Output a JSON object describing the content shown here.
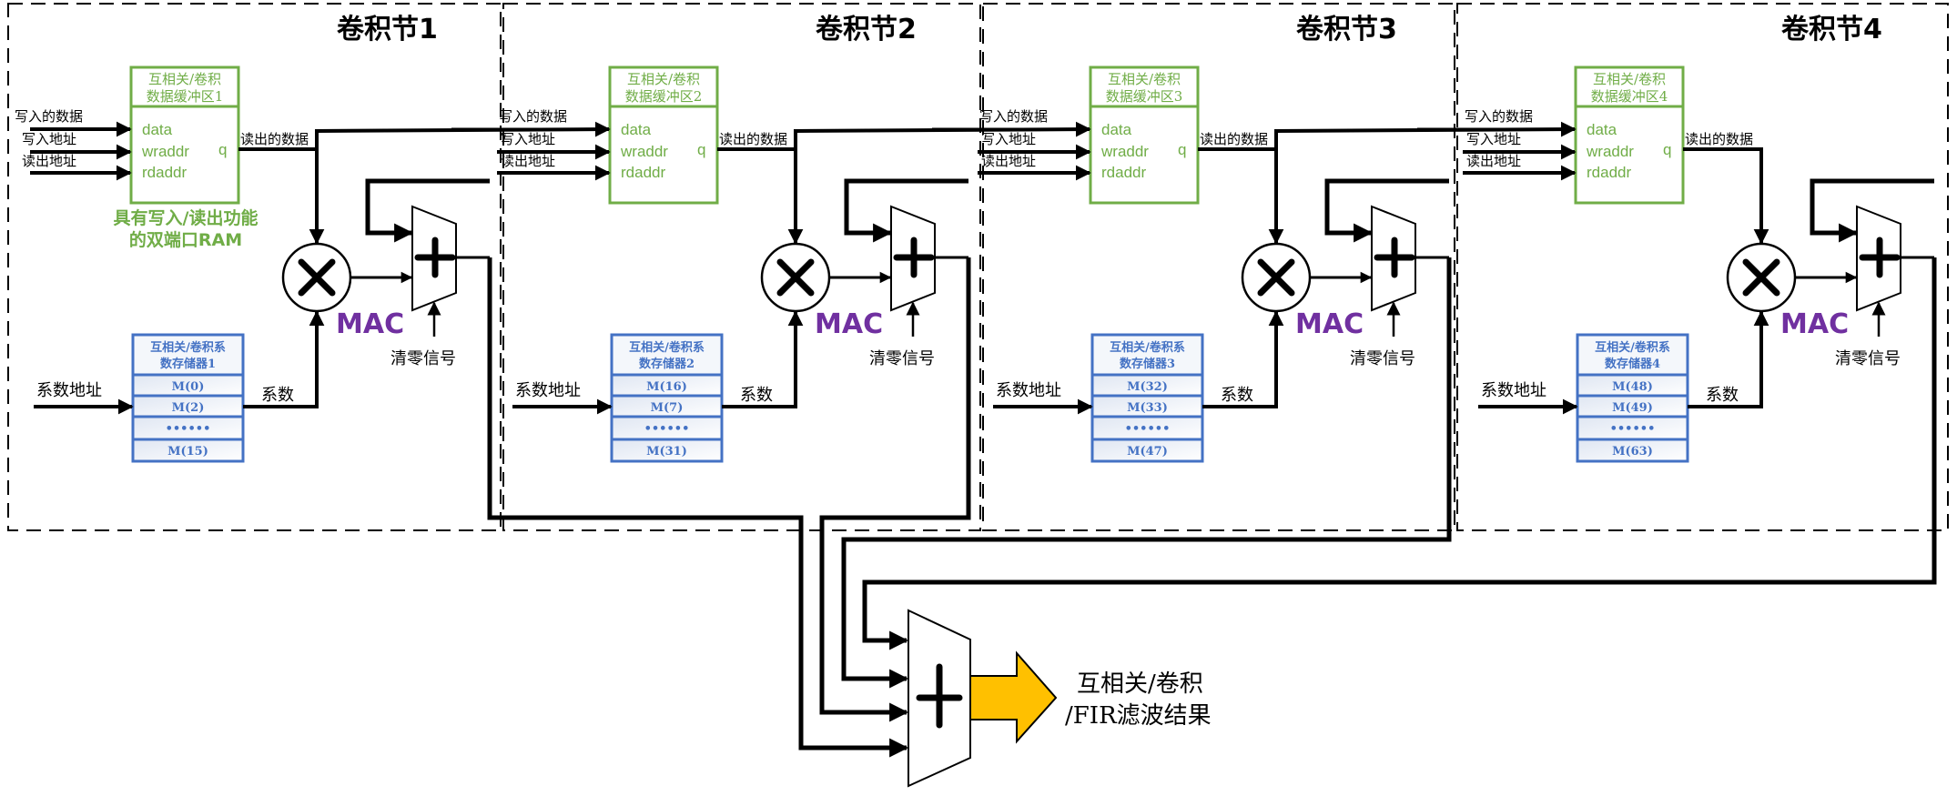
{
  "diagram": {
    "colors": {
      "ram_border": "#70ad47",
      "coef_border": "#4472c4",
      "mac_label": "#7030a0",
      "output_arrow": "#ffc000",
      "line": "#000000"
    },
    "ram_ports": [
      "data",
      "wraddr",
      "rdaddr"
    ],
    "ram_output_port": "q",
    "input_labels": {
      "write_data": "写入的数据",
      "write_addr": "写入地址",
      "read_addr": "读出地址"
    },
    "read_data_label": "读出的数据",
    "ram_caption_line1": "具有写入/读出功能",
    "ram_caption_line2": "的双端口RAM",
    "coef_addr_label": "系数地址",
    "coef_label": "系数",
    "mac_label": "MAC",
    "clear_label": "清零信号",
    "sections": [
      {
        "title": "卷积节1",
        "ram_head_line1": "互相关/卷积",
        "ram_head_line2": "数据缓冲区1",
        "coef_head_line1": "互相关/卷积系",
        "coef_head_line2": "数存储器1",
        "coef_rows": [
          "M(0)",
          "M(2)",
          "••••••",
          "M(15)"
        ]
      },
      {
        "title": "卷积节2",
        "ram_head_line1": "互相关/卷积",
        "ram_head_line2": "数据缓冲区2",
        "coef_head_line1": "互相关/卷积系",
        "coef_head_line2": "数存储器2",
        "coef_rows": [
          "M(16)",
          "M(7)",
          "••••••",
          "M(31)"
        ]
      },
      {
        "title": "卷积节3",
        "ram_head_line1": "互相关/卷积",
        "ram_head_line2": "数据缓冲区3",
        "coef_head_line1": "互相关/卷积系",
        "coef_head_line2": "数存储器3",
        "coef_rows": [
          "M(32)",
          "M(33)",
          "••••••",
          "M(47)"
        ]
      },
      {
        "title": "卷积节4",
        "ram_head_line1": "互相关/卷积",
        "ram_head_line2": "数据缓冲区4",
        "coef_head_line1": "互相关/卷积系",
        "coef_head_line2": "数存储器4",
        "coef_rows": [
          "M(48)",
          "M(49)",
          "••••••",
          "M(63)"
        ]
      }
    ],
    "result_line1": "互相关/卷积",
    "result_line2": "/FIR滤波结果"
  }
}
